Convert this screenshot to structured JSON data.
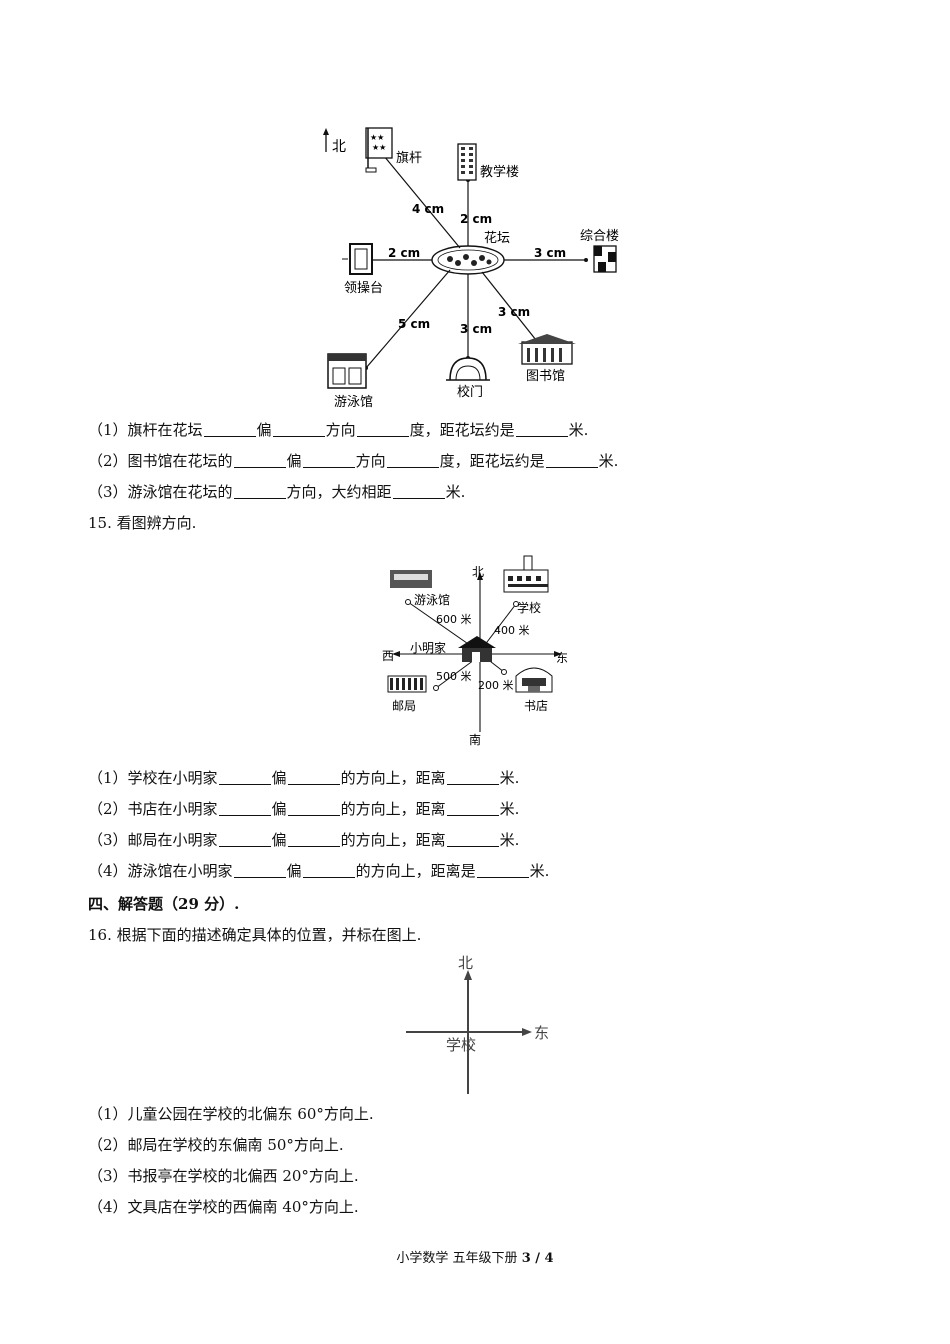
{
  "figure1": {
    "north": "北",
    "flag": "旗杆",
    "teaching": "教学楼",
    "flowerbed": "花坛",
    "complex": "综合楼",
    "podium": "领操台",
    "pool": "游泳馆",
    "gate": "校门",
    "library": "图书馆",
    "d_flag": "4 cm",
    "d_teaching": "2 cm",
    "d_podium": "2 cm",
    "d_complex": "3 cm",
    "d_pool": "5 cm",
    "d_gate": "3 cm",
    "d_library": "3 cm"
  },
  "q14": {
    "l1": [
      "（1）旗杆在花坛",
      "偏",
      "方向",
      "度，距花坛约是",
      "米."
    ],
    "l2": [
      "（2）图书馆在花坛的",
      "偏",
      "方向",
      "度，距花坛约是",
      "米."
    ],
    "l3": [
      "（3）游泳馆在花坛的",
      "方向，大约相距",
      "米."
    ]
  },
  "q15": {
    "title": "15. 看图辨方向.",
    "north": "北",
    "south": "南",
    "east": "东",
    "west": "西",
    "home": "小明家",
    "pool": "游泳馆",
    "school": "学校",
    "post": "邮局",
    "bookstore": "书店",
    "d_pool": "600 米",
    "d_school": "400 米",
    "d_post": "500 米",
    "d_bookstore": "200 米",
    "l1": [
      "（1）学校在小明家",
      "偏",
      "的方向上，距离",
      "米."
    ],
    "l2": [
      "（2）书店在小明家",
      "偏",
      "的方向上，距离",
      "米."
    ],
    "l3": [
      "（3）邮局在小明家",
      "偏",
      "的方向上，距离",
      "米."
    ],
    "l4": [
      "（4）游泳馆在小明家",
      "偏",
      "的方向上，距离是",
      "米."
    ]
  },
  "section4": {
    "title": "四、解答题（29 分）."
  },
  "q16": {
    "title": "16. 根据下面的描述确定具体的位置，并标在图上.",
    "north": "北",
    "east": "东",
    "school": "学校",
    "l1": "（1）儿童公园在学校的北偏东 60°方向上.",
    "l2": "（2）邮局在学校的东偏南 50°方向上.",
    "l3": "（3）书报亭在学校的北偏西 20°方向上.",
    "l4": "（4）文具店在学校的西偏南 40°方向上."
  },
  "footer": {
    "text": "小学数学  五年级下册 ",
    "page": "3 / 4"
  }
}
